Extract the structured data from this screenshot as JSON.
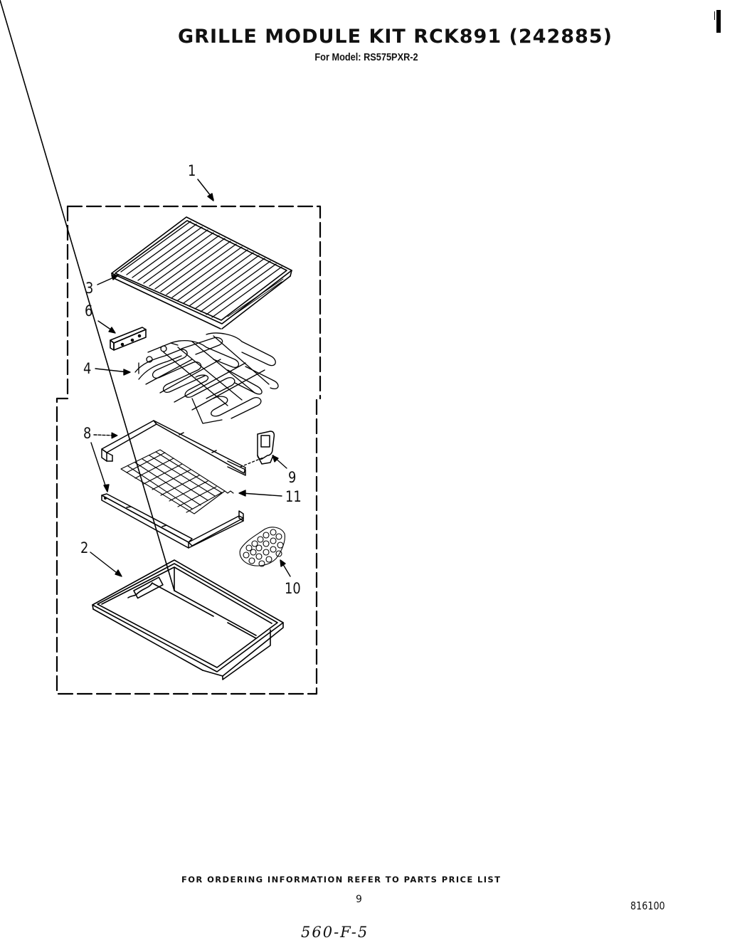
{
  "header": {
    "title": "GRILLE MODULE KIT RCK891 (242885)",
    "subtitle": "For Model: RS575PXR-2"
  },
  "diagram": {
    "callouts": [
      {
        "id": "1",
        "label": "1",
        "part": "grille module kit (assembly outline)"
      },
      {
        "id": "2",
        "label": "2",
        "part": "grille pan / housing"
      },
      {
        "id": "3",
        "label": "3",
        "part": "grill grate"
      },
      {
        "id": "4",
        "label": "4",
        "part": "heating element"
      },
      {
        "id": "6",
        "label": "6",
        "part": "terminal block"
      },
      {
        "id": "8",
        "label": "8",
        "part": "rock support brackets"
      },
      {
        "id": "9",
        "label": "9",
        "part": "clip"
      },
      {
        "id": "10",
        "label": "10",
        "part": "lava rocks"
      },
      {
        "id": "11",
        "label": "11",
        "part": "rock grate / mesh"
      }
    ]
  },
  "footer": {
    "ordering_note": "FOR ORDERING INFORMATION REFER TO PARTS PRICE LIST",
    "page_number": "9",
    "document_code": "816100",
    "handwritten_note": "560-F-5"
  }
}
